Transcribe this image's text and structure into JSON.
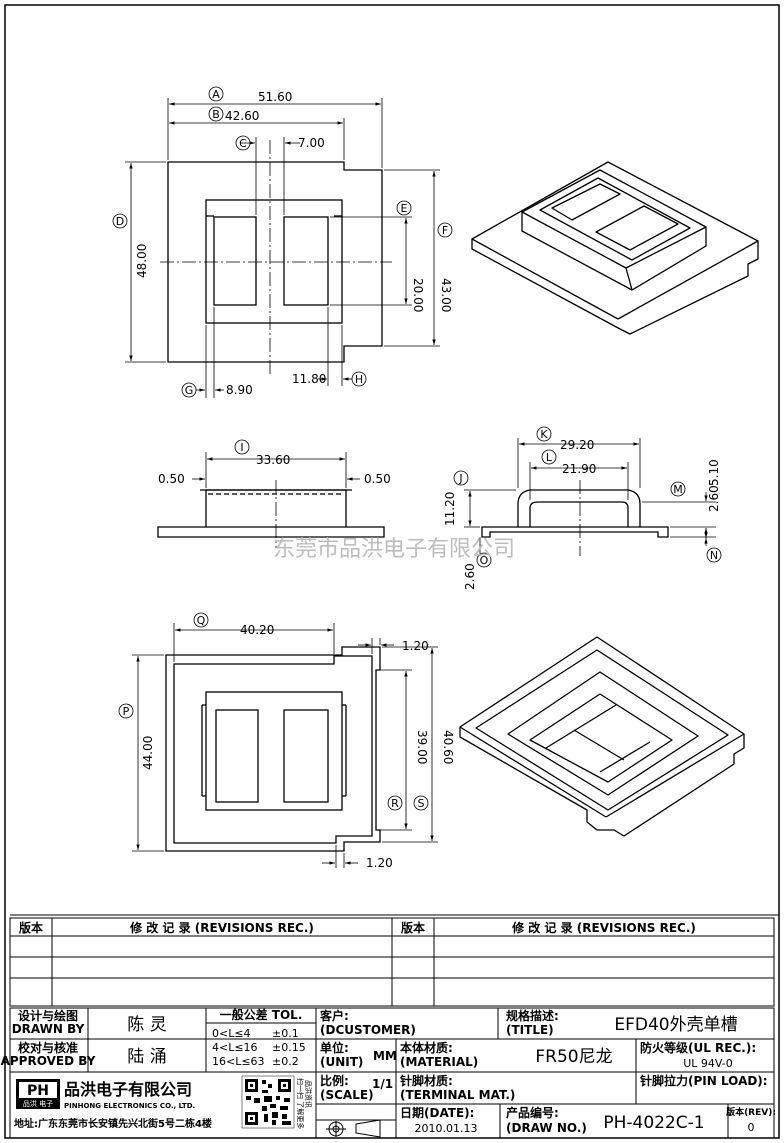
{
  "dims": {
    "d5160": "51.60",
    "d4260": "42.60",
    "d700": "7.00",
    "d4800": "48.00",
    "d2000": "20.00",
    "d4300": "43.00",
    "d890": "8.90",
    "d1180": "11.80",
    "d3360": "33.60",
    "d050l": "0.50",
    "d050r": "0.50",
    "d2920": "29.20",
    "d2190": "21.90",
    "d1120": "11.20",
    "d510": "5.10",
    "d260a": "2.60",
    "d260b": "2.60",
    "d4020": "40.20",
    "d120a": "1.20",
    "d4400": "44.00",
    "d3900": "39.00",
    "d4060": "40.60",
    "d120b": "1.20"
  },
  "circles": {
    "A": "A",
    "B": "B",
    "C": "C",
    "D": "D",
    "E": "E",
    "F": "F",
    "G": "G",
    "H": "H",
    "I": "I",
    "J": "J",
    "K": "K",
    "L": "L",
    "M": "M",
    "N": "N",
    "O": "O",
    "P": "P",
    "Q": "Q",
    "R": "R",
    "S": "S"
  },
  "watermark": "东莞市品洪电子有限公司",
  "revisions": {
    "col_ver": "版本",
    "col_rec": "修 改 记 录 (REVISIONS REC.)",
    "col_ver2": "版本",
    "col_rec2": "修 改 记 录 (REVISIONS REC.)"
  },
  "title_block": {
    "designer_label_cn": "设计与绘图",
    "designer_label_en": "DRAWN BY",
    "designer": "陈 灵",
    "checker_label_cn": "校对与核准",
    "checker_label_en": "APPROVED BY",
    "checker": "陆 涌",
    "tol_title": "一般公差 TOL.",
    "tol_rows": [
      {
        "range": "0<L≤4",
        "val": "±0.1"
      },
      {
        "range": "4<L≤16",
        "val": "±0.15"
      },
      {
        "range": "16<L≤63",
        "val": "±0.2"
      }
    ],
    "customer_label": "客户:",
    "customer_label_en": "(DCUSTOMER)",
    "spec_label": "规格描述:",
    "spec_label_en": "(TITLE)",
    "spec_value": "EFD40外壳单槽",
    "unit_label": "单位:",
    "unit_label_en": "(UNIT)",
    "unit_value": "MM",
    "material_label": "本体材质:",
    "material_label_en": "(MATERIAL)",
    "material_value": "FR50尼龙",
    "fire_label": "防火等级(UL REC.):",
    "fire_value": "UL 94V-0",
    "scale_label": "比例:",
    "scale_label_en": "(SCALE)",
    "scale_value": "1/1",
    "pin_mat_label": "针脚材质:",
    "pin_mat_label_en": "(TERMINAL MAT.)",
    "pin_load_label": "针脚拉力(PIN LOAD):",
    "date_label": "日期(DATE):",
    "date_value": "2010.01.13",
    "prod_label": "产品编号:",
    "prod_label_en": "(DRAW NO.)",
    "prod_value": "PH-4022C-1",
    "rev_label": "版本(REV):",
    "rev_value": "0",
    "company_name": "品洪电子有限公司",
    "company_en": "PINHONG ELECTRONICS CO., LTD.",
    "company_address": "地址:广东东莞市长安镇先兴北街5号二栋4楼",
    "logo_text": "PH",
    "logo_sub": "品洪 电子",
    "qr_side_text": "扫一扫 了解更多",
    "qr_side_text2": "品洪资讯"
  }
}
